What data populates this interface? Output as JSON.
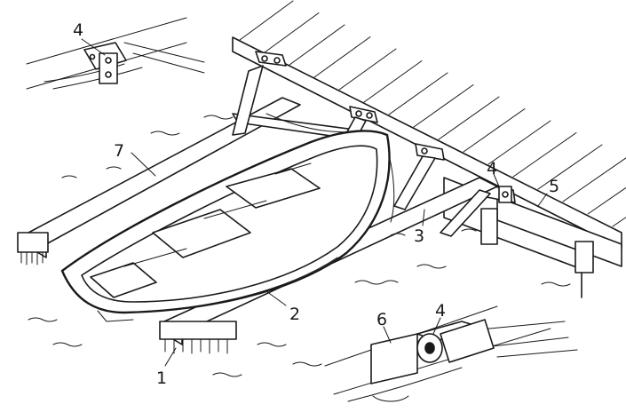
{
  "figure": {
    "callouts": {
      "c1": "1",
      "c2": "2",
      "c3": "3",
      "c4_inset_top": "4",
      "c4_main": "4",
      "c4_inset_bottom": "4",
      "c5": "5",
      "c6": "6",
      "c7": "7"
    }
  }
}
